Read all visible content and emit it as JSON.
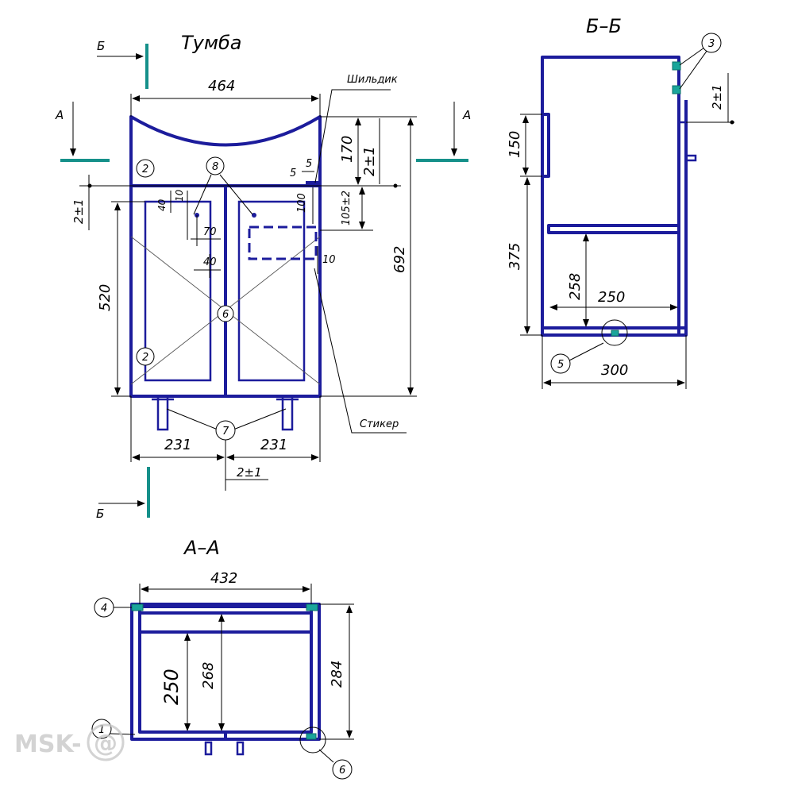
{
  "titles": {
    "main": "Тумба",
    "section_a": "А–А",
    "section_b": "Б–Б"
  },
  "cut_letters": {
    "b": "Б",
    "a": "А"
  },
  "notes": {
    "nameplate": "Шильдик",
    "sticker": "Стикер"
  },
  "front_dims": {
    "width_total": "464",
    "door_width": "231",
    "height_upper": "170",
    "gap_top": "2±1",
    "top_5": "5",
    "sink_100": "100",
    "dim_105": "105±2",
    "total_height": "692",
    "door_height": "520",
    "gap_left": "2±1",
    "handle_40_a": "40",
    "handle_10": "10",
    "handle_70_a": "70",
    "handle_40_b": "40",
    "label_10": "10",
    "gap_bottom": "2±1"
  },
  "side_dims": {
    "gap": "2±1",
    "h150": "150",
    "h375": "375",
    "h258": "258",
    "w250": "250",
    "w300": "300"
  },
  "plan_dims": {
    "w432": "432",
    "d250": "250",
    "d268": "268",
    "d284": "284"
  },
  "balloons": {
    "b1": "1",
    "b2a": "2",
    "b2b": "2",
    "b3": "3",
    "b4": "4",
    "b5": "5",
    "b6a": "6",
    "b6b": "6",
    "b7": "7",
    "b8": "8"
  },
  "watermark": {
    "left": "MSK-",
    "mark": "@"
  },
  "colors": {
    "outline": "#1c1c9c",
    "cut_marker": "#15908a",
    "fastener": "#1aa59b"
  }
}
